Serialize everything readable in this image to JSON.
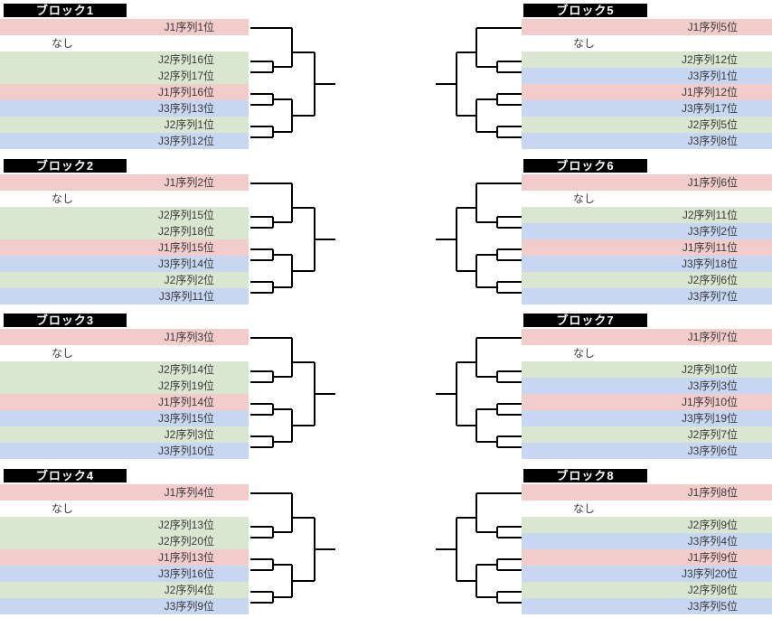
{
  "colors": {
    "j1_pink": "#F2CBCB",
    "j2_green": "#D9E7D1",
    "j3_blue": "#C7D7F2",
    "bye_white": "#FFFFFF",
    "header_bg": "#000000",
    "header_text": "#FFFFFF",
    "line": "#000000"
  },
  "blocks": [
    {
      "title": "ブロック1",
      "rows": [
        {
          "label": "J1序列1位",
          "league": "J1"
        },
        {
          "label": "なし",
          "league": "none"
        },
        {
          "label": "J2序列16位",
          "league": "J2"
        },
        {
          "label": "J2序列17位",
          "league": "J2"
        },
        {
          "label": "J1序列16位",
          "league": "J1"
        },
        {
          "label": "J3序列13位",
          "league": "J3"
        },
        {
          "label": "J2序列1位",
          "league": "J2"
        },
        {
          "label": "J3序列12位",
          "league": "J3"
        }
      ]
    },
    {
      "title": "ブロック2",
      "rows": [
        {
          "label": "J1序列2位",
          "league": "J1"
        },
        {
          "label": "なし",
          "league": "none"
        },
        {
          "label": "J2序列15位",
          "league": "J2"
        },
        {
          "label": "J2序列18位",
          "league": "J2"
        },
        {
          "label": "J1序列15位",
          "league": "J1"
        },
        {
          "label": "J3序列14位",
          "league": "J3"
        },
        {
          "label": "J2序列2位",
          "league": "J2"
        },
        {
          "label": "J3序列11位",
          "league": "J3"
        }
      ]
    },
    {
      "title": "ブロック3",
      "rows": [
        {
          "label": "J1序列3位",
          "league": "J1"
        },
        {
          "label": "なし",
          "league": "none"
        },
        {
          "label": "J2序列14位",
          "league": "J2"
        },
        {
          "label": "J2序列19位",
          "league": "J2"
        },
        {
          "label": "J1序列14位",
          "league": "J1"
        },
        {
          "label": "J3序列15位",
          "league": "J3"
        },
        {
          "label": "J2序列3位",
          "league": "J2"
        },
        {
          "label": "J3序列10位",
          "league": "J3"
        }
      ]
    },
    {
      "title": "ブロック4",
      "rows": [
        {
          "label": "J1序列4位",
          "league": "J1"
        },
        {
          "label": "なし",
          "league": "none"
        },
        {
          "label": "J2序列13位",
          "league": "J2"
        },
        {
          "label": "J2序列20位",
          "league": "J2"
        },
        {
          "label": "J1序列13位",
          "league": "J1"
        },
        {
          "label": "J3序列16位",
          "league": "J3"
        },
        {
          "label": "J2序列4位",
          "league": "J2"
        },
        {
          "label": "J3序列9位",
          "league": "J3"
        }
      ]
    },
    {
      "title": "ブロック5",
      "rows": [
        {
          "label": "J1序列5位",
          "league": "J1"
        },
        {
          "label": "なし",
          "league": "none"
        },
        {
          "label": "J2序列12位",
          "league": "J2"
        },
        {
          "label": "J3序列1位",
          "league": "J3"
        },
        {
          "label": "J1序列12位",
          "league": "J1"
        },
        {
          "label": "J3序列17位",
          "league": "J3"
        },
        {
          "label": "J2序列5位",
          "league": "J2"
        },
        {
          "label": "J3序列8位",
          "league": "J3"
        }
      ]
    },
    {
      "title": "ブロック6",
      "rows": [
        {
          "label": "J1序列6位",
          "league": "J1"
        },
        {
          "label": "なし",
          "league": "none"
        },
        {
          "label": "J2序列11位",
          "league": "J2"
        },
        {
          "label": "J3序列2位",
          "league": "J3"
        },
        {
          "label": "J1序列11位",
          "league": "J1"
        },
        {
          "label": "J3序列18位",
          "league": "J3"
        },
        {
          "label": "J2序列6位",
          "league": "J2"
        },
        {
          "label": "J3序列7位",
          "league": "J3"
        }
      ]
    },
    {
      "title": "ブロック7",
      "rows": [
        {
          "label": "J1序列7位",
          "league": "J1"
        },
        {
          "label": "なし",
          "league": "none"
        },
        {
          "label": "J2序列10位",
          "league": "J2"
        },
        {
          "label": "J3序列3位",
          "league": "J3"
        },
        {
          "label": "J1序列10位",
          "league": "J1"
        },
        {
          "label": "J3序列19位",
          "league": "J3"
        },
        {
          "label": "J2序列7位",
          "league": "J2"
        },
        {
          "label": "J3序列6位",
          "league": "J3"
        }
      ]
    },
    {
      "title": "ブロック8",
      "rows": [
        {
          "label": "J1序列8位",
          "league": "J1"
        },
        {
          "label": "なし",
          "league": "none"
        },
        {
          "label": "J2序列9位",
          "league": "J2"
        },
        {
          "label": "J3序列4位",
          "league": "J3"
        },
        {
          "label": "J1序列9位",
          "league": "J1"
        },
        {
          "label": "J3序列20位",
          "league": "J3"
        },
        {
          "label": "J2序列8位",
          "league": "J2"
        },
        {
          "label": "J3序列5位",
          "league": "J3"
        }
      ]
    }
  ]
}
